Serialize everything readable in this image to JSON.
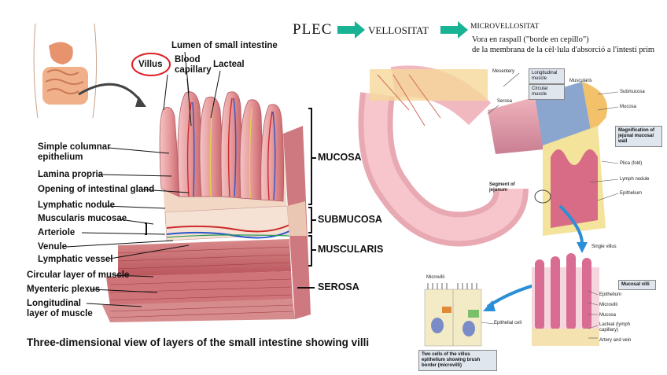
{
  "left_figure": {
    "top_labels": {
      "lumen": "Lumen of small intestine",
      "villus": "Villus",
      "blood_capillary": "Blood capillary",
      "lacteal": "Lacteal"
    },
    "left_labels": [
      "Simple columnar epithelium",
      "Lamina propria",
      "Opening of intestinal gland",
      "Lymphatic nodule",
      "Muscularis mucosae",
      "Arteriole",
      "Venule",
      "Lymphatic vessel",
      "Circular layer of muscle",
      "Myenteric plexus",
      "Longitudinal layer of muscle"
    ],
    "regions": [
      "MUCOSA",
      "SUBMUCOSA",
      "MUSCULARIS",
      "SEROSA"
    ],
    "caption": "Three-dimensional view of layers of the small intestine showing villi"
  },
  "flow": {
    "steps": [
      "PLEC",
      "VELLOSITAT",
      "MICROVELLOSITAT"
    ],
    "note_line1": "Vora en raspall (\"borde en cepillo\")",
    "note_line2": "de la membrana de la cèl·lula d'absorció a l'intestí prim"
  },
  "right_figure": {
    "labels": {
      "mesentery": "Mesentery",
      "longitudinal_muscle": "Longitudinal muscle",
      "circular_muscle": "Circular muscle",
      "muscularis": "Muscularis",
      "serosa": "Serosa",
      "submucosa": "Submucosa",
      "mucosa": "Mucosa",
      "magnification": "Magnification of jejunal mucosal wall",
      "plica": "Plica (fold)",
      "lymph_nodule": "Lymph nodule",
      "epithelium": "Epithelium",
      "segment": "Segment of jejunum",
      "single_villus": "Single villus",
      "mucosal_villi": "Mucosal villi",
      "microvilli": "Microvilli",
      "epithelial_cell": "Epithelial cell",
      "two_cells": "Two cells of the villus epithelium showing brush border (microvilli)",
      "v_epithelium": "Epithelium",
      "v_microvilli": "Microvilli",
      "v_mucosa": "Mucosa",
      "v_lacteal": "Lacteal (lymph capillary)",
      "v_artery": "Artery and vein"
    }
  },
  "colors": {
    "arrow_teal": "#18b394",
    "highlight_ring": "#e01f26",
    "flow_arrow_blue": "#2a8fd6"
  }
}
